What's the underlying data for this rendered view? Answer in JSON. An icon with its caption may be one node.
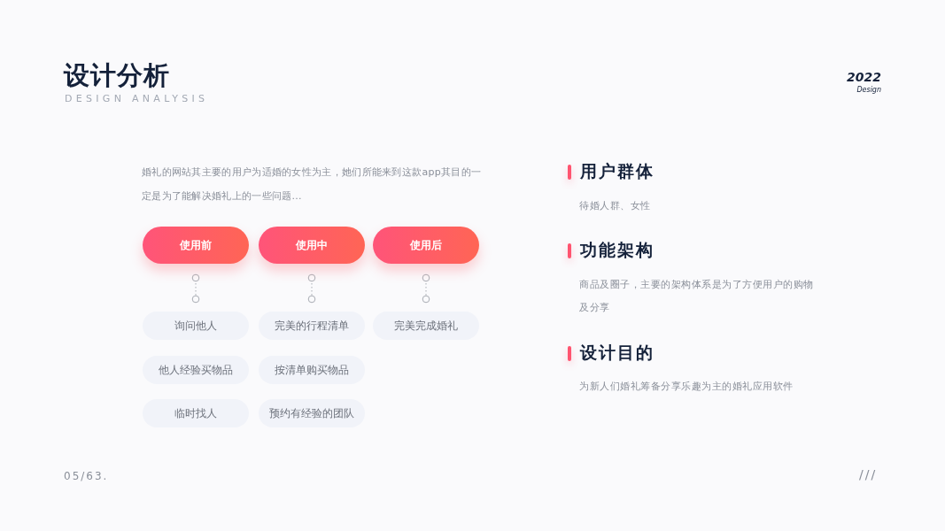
{
  "diagram": {
    "title": "设计分析",
    "nodes": [
      {
        "text": [
          "使用前"
        ]
      },
      {
        "text": [
          "使用中"
        ]
      },
      {
        "text": [
          "使用后"
        ]
      },
      {
        "text": [
          "询问他人"
        ]
      },
      {
        "text": [
          "完美的行程清单"
        ]
      },
      {
        "text": [
          "完美完成婚礼"
        ]
      },
      {
        "text": [
          "他人经验买物品"
        ]
      },
      {
        "text": [
          "按清单购买物品"
        ]
      },
      {
        "text": [
          "临时找人"
        ]
      },
      {
        "text": [
          "预约有经验的团队"
        ]
      }
    ],
    "edges": [
      {
        "from": 0,
        "to": 3,
        "arrow": "other"
      },
      {
        "from": 1,
        "to": 4,
        "arrow": "other"
      },
      {
        "from": 2,
        "to": 5,
        "arrow": "other"
      }
    ],
    "labels": [
      "DESIGN ANALYSIS",
      "2022",
      "Design",
      "婚礼的网站其主要的用户为适婚的女性为主，她们所能来到这款app其目的一定是为了能解决婚礼上的一些问题...",
      "用户群体",
      "待婚人群、女性",
      "功能架构",
      "商品及圈子，主要的架构体系是为了方便用户的购物及分享",
      "设计目的",
      "为新人们婚礼筹备分享乐趣为主的婚礼应用软件",
      "05/63.",
      "///"
    ]
  }
}
